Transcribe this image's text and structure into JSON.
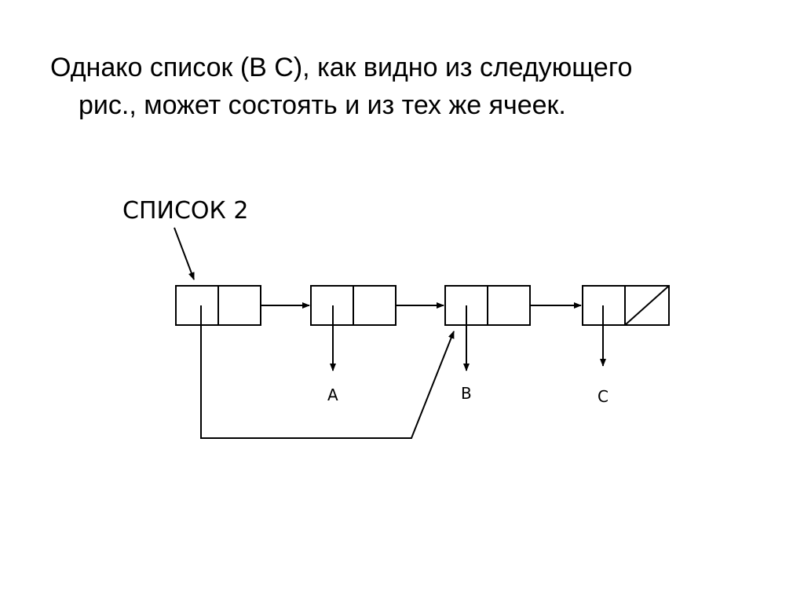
{
  "paragraph": {
    "line1": "Однако список (В С), как видно из следующего",
    "line2": "рис., может состоять и из тех же ячеек."
  },
  "diagram": {
    "list_label": "СПИСОК 2",
    "nodes": [
      {
        "id": "cell-1",
        "car": null,
        "cdr": "cell-2",
        "car_points_to_cell": "cell-3"
      },
      {
        "id": "cell-2",
        "car": "A",
        "cdr": "cell-3"
      },
      {
        "id": "cell-3",
        "car": "B",
        "cdr": "cell-4"
      },
      {
        "id": "cell-4",
        "car": "C",
        "cdr": "nil"
      }
    ],
    "atoms": [
      "A",
      "B",
      "C"
    ],
    "stroke_color": "#000000"
  }
}
